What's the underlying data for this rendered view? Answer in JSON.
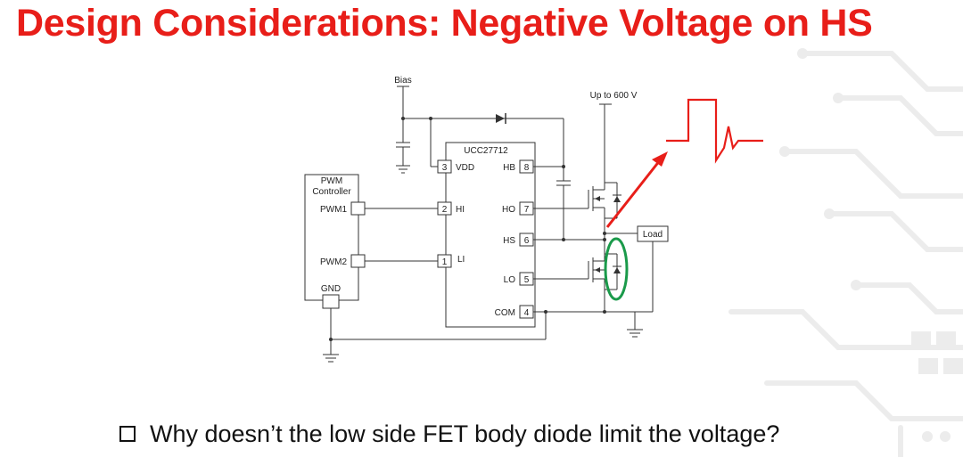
{
  "slide": {
    "title": "Design Considerations: Negative Voltage on HS",
    "bullet_icon": "checkbox-icon",
    "bullet_text": "Why doesn’t the low side FET body diode limit the voltage?"
  },
  "schematic": {
    "bias_label": "Bias",
    "hv_label": "Up to 600 V",
    "ic_name": "UCC27712",
    "controller_label_line1": "PWM",
    "controller_label_line2": "Controller",
    "pwm1_label": "PWM1",
    "pwm2_label": "PWM2",
    "gnd_label": "GND",
    "pins": {
      "p3_num": "3",
      "p3_name": "VDD",
      "p2_num": "2",
      "p2_name": "HI",
      "p1_num": "1",
      "p1_name": "LI",
      "p8_num": "8",
      "p8_name": "HB",
      "p7_num": "7",
      "p7_name": "HO",
      "p6_num": "6",
      "p6_name": "HS",
      "p5_num": "5",
      "p5_name": "LO",
      "p4_num": "4",
      "p4_name": "COM"
    },
    "load_label": "Load"
  },
  "colors": {
    "title": "#e81e19",
    "arrow": "#e81e19",
    "highlight_ellipse": "#1a9a4a",
    "wire": "#333333"
  }
}
